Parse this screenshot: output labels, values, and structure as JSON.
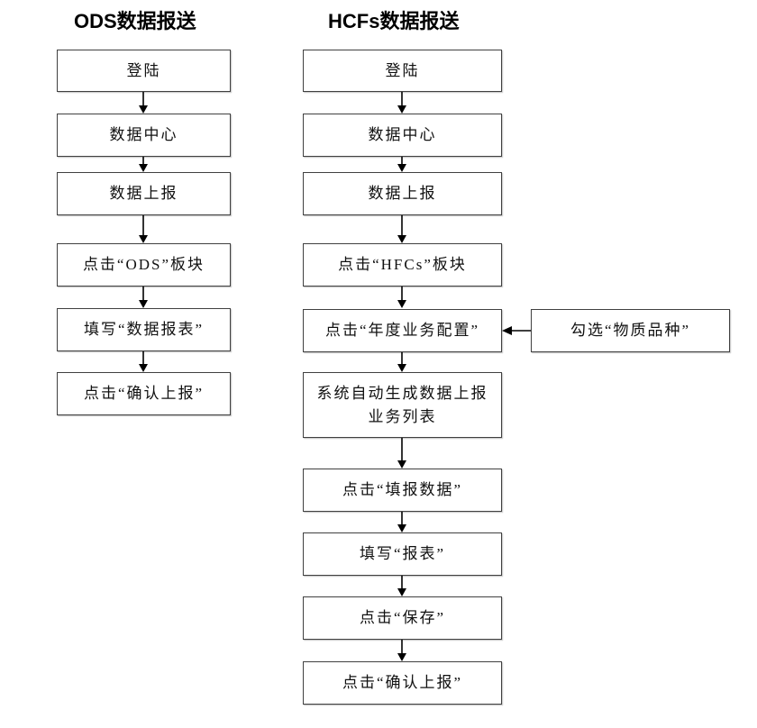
{
  "ods": {
    "title": "ODS数据报送",
    "steps": [
      "登陆",
      "数据中心",
      "数据上报",
      "点击“ODS”板块",
      "填写“数据报表”",
      "点击“确认上报”"
    ]
  },
  "hcfs": {
    "title": "HCFs数据报送",
    "steps": [
      "登陆",
      "数据中心",
      "数据上报",
      "点击“HFCs”板块",
      "点击“年度业务配置”",
      "系统自动生成数据上报",
      "点击“填报数据”",
      "填写“报表”",
      "点击“保存”",
      "点击“确认上报”"
    ],
    "step6_line2": "业务列表",
    "side": "勾选“物质品种”"
  },
  "colors": {
    "stroke": "#404040",
    "arrow": "#000000"
  }
}
